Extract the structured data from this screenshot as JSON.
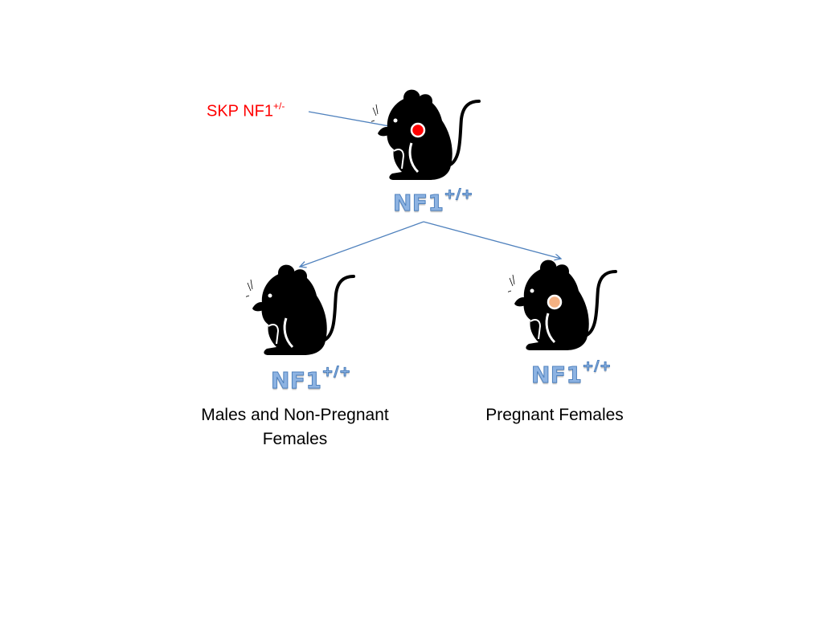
{
  "injection": {
    "label": "SKP NF1",
    "sup": "+/-",
    "color": "#ff0000"
  },
  "parent": {
    "genotype_base": "NF1",
    "genotype_sup": "+/+",
    "cell_color": "#ff0000"
  },
  "children": [
    {
      "genotype_base": "NF1",
      "genotype_sup": "+/+",
      "label_line1": "Males and Non-Pregnant",
      "label_line2": "Females"
    },
    {
      "genotype_base": "NF1",
      "genotype_sup": "+/+",
      "label_line1": "Pregnant Females",
      "cell_color": "#f4b183"
    }
  ],
  "colors": {
    "arrow": "#4f81bd",
    "genotype_fill": "#8db3e2",
    "genotype_outline": "#4f81bd",
    "mouse": "#000000"
  }
}
